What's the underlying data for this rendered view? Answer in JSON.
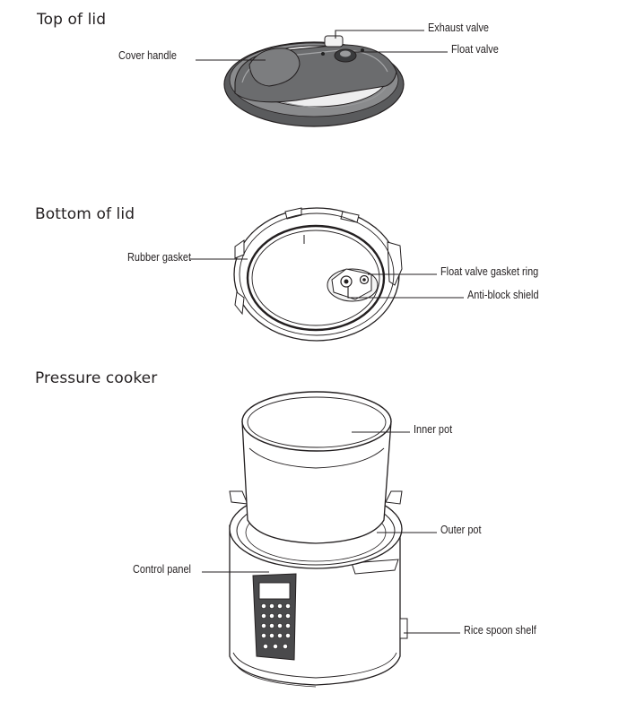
{
  "sections": {
    "top_of_lid": {
      "title": "Top of lid",
      "labels": {
        "cover_handle": "Cover handle",
        "exhaust_valve": "Exhaust valve",
        "float_valve": "Float valve"
      }
    },
    "bottom_of_lid": {
      "title": "Bottom of lid",
      "labels": {
        "rubber_gasket": "Rubber gasket",
        "float_valve_gasket_ring": "Float valve gasket ring",
        "anti_block_shield": "Anti-block shield"
      }
    },
    "pressure_cooker": {
      "title": "Pressure cooker",
      "labels": {
        "inner_pot": "Inner pot",
        "outer_pot": "Outer pot",
        "control_panel": "Control panel",
        "rice_spoon_shelf": "Rice spoon shelf"
      }
    }
  },
  "colors": {
    "line": "#231f20",
    "lid_dark": "#5a5b5d",
    "lid_mid": "#8a8b8d",
    "lid_light": "#d9dadb",
    "panel": "#4a4a4c"
  }
}
